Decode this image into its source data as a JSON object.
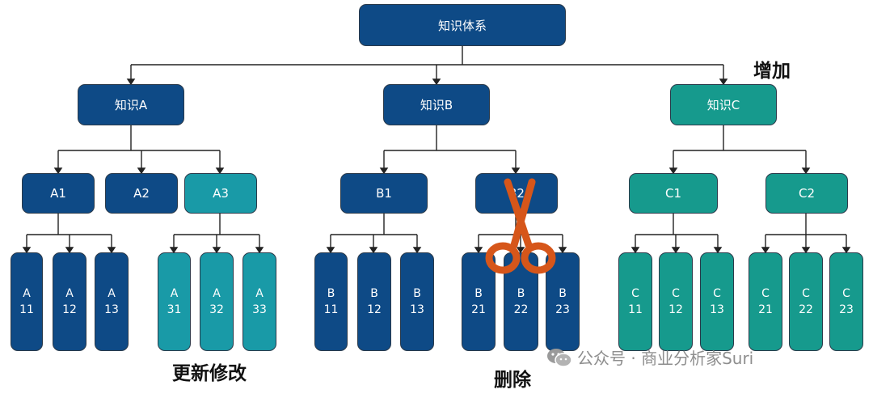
{
  "colors": {
    "navy": "#0e4a86",
    "teal": "#199aa7",
    "green": "#169a8d",
    "scissors": "#d6561a"
  },
  "root": {
    "label": "知识体系"
  },
  "level1": {
    "a": "知识A",
    "b": "知识B",
    "c": "知识C"
  },
  "level2": {
    "a1": "A1",
    "a2": "A2",
    "a3": "A3",
    "b1": "B1",
    "b2": "B2",
    "c1": "C1",
    "c2": "C2"
  },
  "leaves": {
    "a11": {
      "letter": "A",
      "num": "11"
    },
    "a12": {
      "letter": "A",
      "num": "12"
    },
    "a13": {
      "letter": "A",
      "num": "13"
    },
    "a31": {
      "letter": "A",
      "num": "31"
    },
    "a32": {
      "letter": "A",
      "num": "32"
    },
    "a33": {
      "letter": "A",
      "num": "33"
    },
    "b11": {
      "letter": "B",
      "num": "11"
    },
    "b12": {
      "letter": "B",
      "num": "12"
    },
    "b13": {
      "letter": "B",
      "num": "13"
    },
    "b21": {
      "letter": "B",
      "num": "21"
    },
    "b22": {
      "letter": "B",
      "num": "22"
    },
    "b23": {
      "letter": "B",
      "num": "23"
    },
    "c11": {
      "letter": "C",
      "num": "11"
    },
    "c12": {
      "letter": "C",
      "num": "12"
    },
    "c13": {
      "letter": "C",
      "num": "13"
    },
    "c21": {
      "letter": "C",
      "num": "21"
    },
    "c22": {
      "letter": "C",
      "num": "22"
    },
    "c23": {
      "letter": "C",
      "num": "23"
    }
  },
  "annotations": {
    "add": "增加",
    "modify": "更新修改",
    "delete": "删除"
  },
  "watermark": {
    "text": "公众号 · 商业分析家Suri",
    "icon": "wechat-icon"
  }
}
